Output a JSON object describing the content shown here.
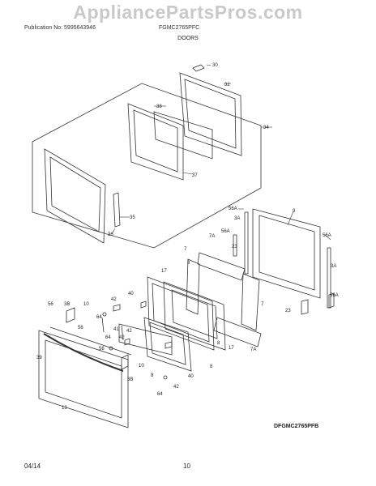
{
  "header": {
    "watermark": "AppliancePartsPros.com",
    "publication": "Publication No: 5995643946",
    "model": "FGMC2765PFC",
    "section_title": "DOORS"
  },
  "callouts": {
    "c30": "30",
    "c32": "32",
    "c38": "38",
    "c34": "34",
    "c37": "37",
    "c35": "35",
    "c36": "36",
    "c56A_1": "56A",
    "c9": "9",
    "c3A_1": "3A",
    "c56A_2": "56A",
    "c7_1": "7",
    "c7A_1": "7A",
    "c23_1": "23",
    "c56A_3": "56A",
    "c3A_2": "3A",
    "c8_1": "8",
    "c17_1": "17",
    "c56A_4": "56A",
    "c23_2": "23",
    "c7_2": "7",
    "c56": "56",
    "c3B_1": "3B",
    "c10_1": "10",
    "c40_1": "40",
    "c64_1": "64",
    "c42_1": "42",
    "c56_2": "56",
    "c41": "41",
    "c64_2": "64",
    "c42_2": "42",
    "c42_3": "42",
    "c39": "39",
    "c56_3": "56",
    "c3B_2": "3B",
    "c10_2": "10",
    "c8_2": "8",
    "c64_3": "64",
    "c42_4": "42",
    "c13": "13",
    "c40_2": "40",
    "c8_3": "8",
    "c17_2": "17",
    "c8_4": "8",
    "c7A_2": "7A"
  },
  "footer": {
    "diagram_code": "DFGMC2765PFB",
    "date": "04/14",
    "page_number": "10"
  }
}
